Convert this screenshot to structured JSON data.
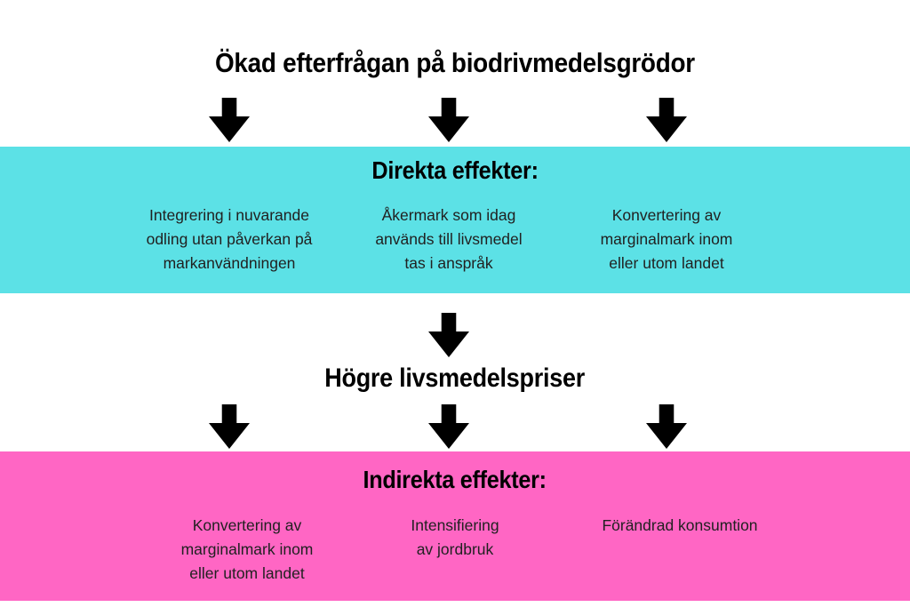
{
  "colors": {
    "direct-bg": "#5CE1E6",
    "indirect-bg": "#FF66C4",
    "arrow": "#000000",
    "heading-text": "#000000",
    "body-text": "#212121"
  },
  "flow": {
    "top_title": "Ökad efterfrågan på biodrivmedelsgrödor",
    "direct_effects": {
      "heading": "Direkta effekter:",
      "items": [
        "Integrering i nuvarande\nodling utan påverkan på\nmarkanvändningen",
        "Åkermark som idag\nanvänds till livsmedel\ntas i anspråk",
        "Konvertering av\nmarginalmark inom\neller utom landet"
      ]
    },
    "middle_title": "Högre livsmedelspriser",
    "indirect_effects": {
      "heading": "Indirekta effekter:",
      "items": [
        "Konvertering av\nmarginalmark inom\neller utom landet",
        "Intensifiering\nav jordbruk",
        "Förändrad konsumtion"
      ]
    }
  }
}
